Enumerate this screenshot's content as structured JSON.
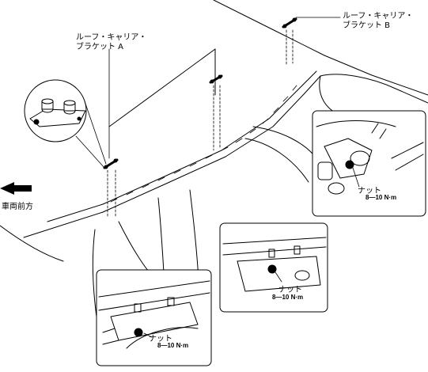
{
  "labels": {
    "bracket_a": [
      "ルーフ・キャリア・",
      "ブラケット A"
    ],
    "bracket_b": [
      "ルーフ・キャリア・",
      "ブラケット B"
    ],
    "vehicle_front": "車両前方"
  },
  "detail_views": [
    {
      "nut": "ナット",
      "torque": "8—10 N·m"
    },
    {
      "nut": "ナット",
      "torque": "8—10 N·m"
    },
    {
      "nut": "ナット",
      "torque": "8—10 N·m"
    }
  ]
}
